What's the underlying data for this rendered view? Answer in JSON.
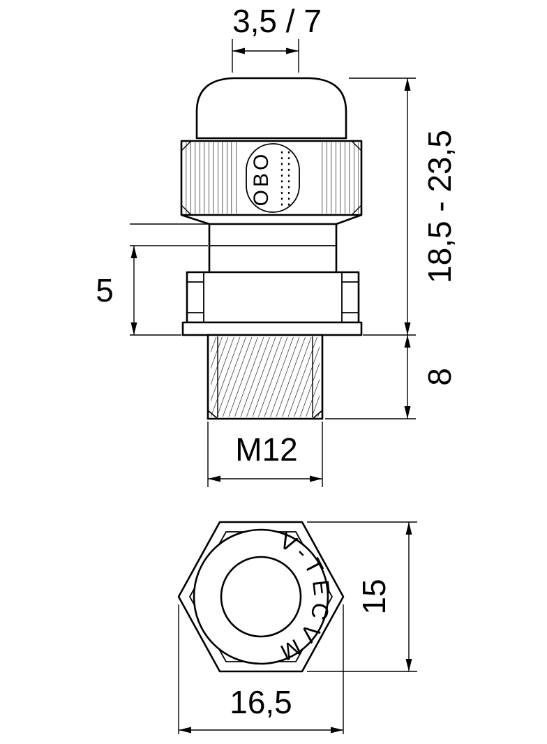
{
  "drawing": {
    "labels": {
      "clamping_range": "3,5 / 7",
      "height_range": "18,5 - 23,5",
      "neck_height": "5",
      "thread_length": "8",
      "thread_size": "M12",
      "across_flats": "15",
      "across_corners": "16,5",
      "brand": "OBO",
      "series": "V-TECVM"
    },
    "colors": {
      "line": "#000000",
      "background": "#ffffff"
    }
  }
}
